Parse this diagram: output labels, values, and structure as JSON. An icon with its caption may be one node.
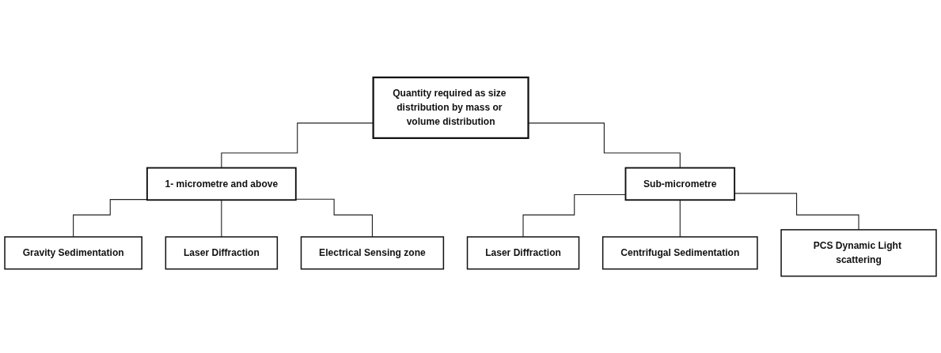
{
  "diagram": {
    "nodes": [
      {
        "text": [
          "Quantity required as size distribution by mass or volume distribution"
        ]
      },
      {
        "text": [
          "1- micrometre and above"
        ]
      },
      {
        "text": [
          "Sub-micrometre"
        ]
      },
      {
        "text": [
          "Gravity Sedimentation"
        ]
      },
      {
        "text": [
          "Laser Diffraction"
        ]
      },
      {
        "text": [
          "Electrical Sensing zone"
        ]
      },
      {
        "text": [
          "Laser Diffraction"
        ]
      },
      {
        "text": [
          "Centrifugal Sedimentation"
        ]
      },
      {
        "text": [
          "PCS Dynamic Light scattering"
        ]
      }
    ],
    "edges": [
      {
        "from": 0,
        "to": 1,
        "arrow": "none"
      },
      {
        "from": 0,
        "to": 2,
        "arrow": "none"
      },
      {
        "from": 1,
        "to": 3,
        "arrow": "none"
      },
      {
        "from": 1,
        "to": 4,
        "arrow": "none"
      },
      {
        "from": 1,
        "to": 5,
        "arrow": "none"
      },
      {
        "from": 2,
        "to": 6,
        "arrow": "none"
      },
      {
        "from": 2,
        "to": 7,
        "arrow": "none"
      },
      {
        "from": 2,
        "to": 8,
        "arrow": "none"
      }
    ]
  }
}
